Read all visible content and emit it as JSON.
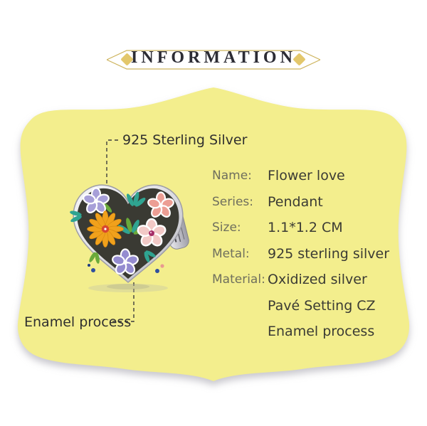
{
  "header": {
    "title": "INFORMATION"
  },
  "annotations": {
    "top_label": "925 Sterling Silver",
    "bottom_label": "Enamel process"
  },
  "table": {
    "rows": [
      {
        "label": "Name:",
        "value": "Flower love"
      },
      {
        "label": "Series:",
        "value": "Pendant"
      },
      {
        "label": "Size:",
        "value": "1.1*1.2 CM"
      },
      {
        "label": "Metal:",
        "value": "925 sterling silver"
      },
      {
        "label": "Material:",
        "value": "Oxidized silver"
      },
      {
        "label": "",
        "value": "Pavé Setting CZ"
      },
      {
        "label": "",
        "value": "Enamel process"
      }
    ]
  },
  "colors": {
    "panel_yellow": "#f3ee8d",
    "gold_diamond": "#e3c76b",
    "gold_line": "#cdb35c",
    "title_text": "#2c2c34",
    "label_text": "#6f6f5d",
    "value_text": "#3b3b34",
    "annotation_text": "#2f2f2f",
    "dash_line": "#3c3c3c"
  },
  "icons": {
    "left_diamond": "diamond",
    "right_diamond": "diamond",
    "charm": "flower-heart-charm"
  }
}
